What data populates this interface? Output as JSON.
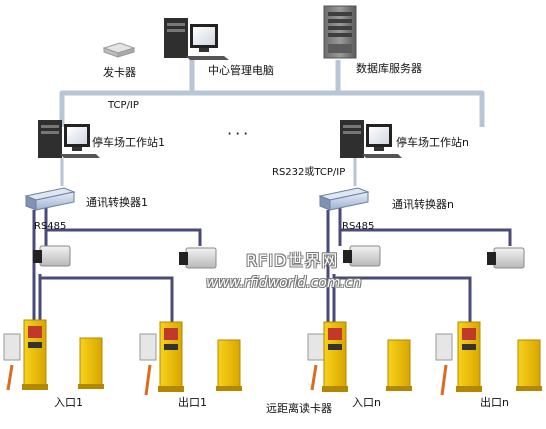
{
  "labels": {
    "card_issuer": "发卡器",
    "center_pc": "中心管理电脑",
    "db_server": "数据库服务器",
    "tcpip": "TCP/IP",
    "station_1": "停车场工作站1",
    "station_n": "停车场工作站n",
    "rs232_tcpip": "RS232或TCP/IP",
    "converter_1": "通讯转换器1",
    "converter_n": "通讯转换器n",
    "rs485_left": "RS485",
    "rs485_right": "RS485",
    "entrance_1": "入口1",
    "exit_1": "出口1",
    "long_range_reader": "远距离读卡器",
    "entrance_n": "入口n",
    "exit_n": "出口n",
    "ellipsis": "···"
  },
  "watermark": {
    "line1": "RFID世界网",
    "line2": "www.rfidworld.com.cn"
  },
  "colors": {
    "bus": "#b7c6d6",
    "wire": "#4a4a7a",
    "post_yellow": "#f2c200",
    "post_dark": "#c79a00",
    "barrier_red": "#e06a1a"
  }
}
